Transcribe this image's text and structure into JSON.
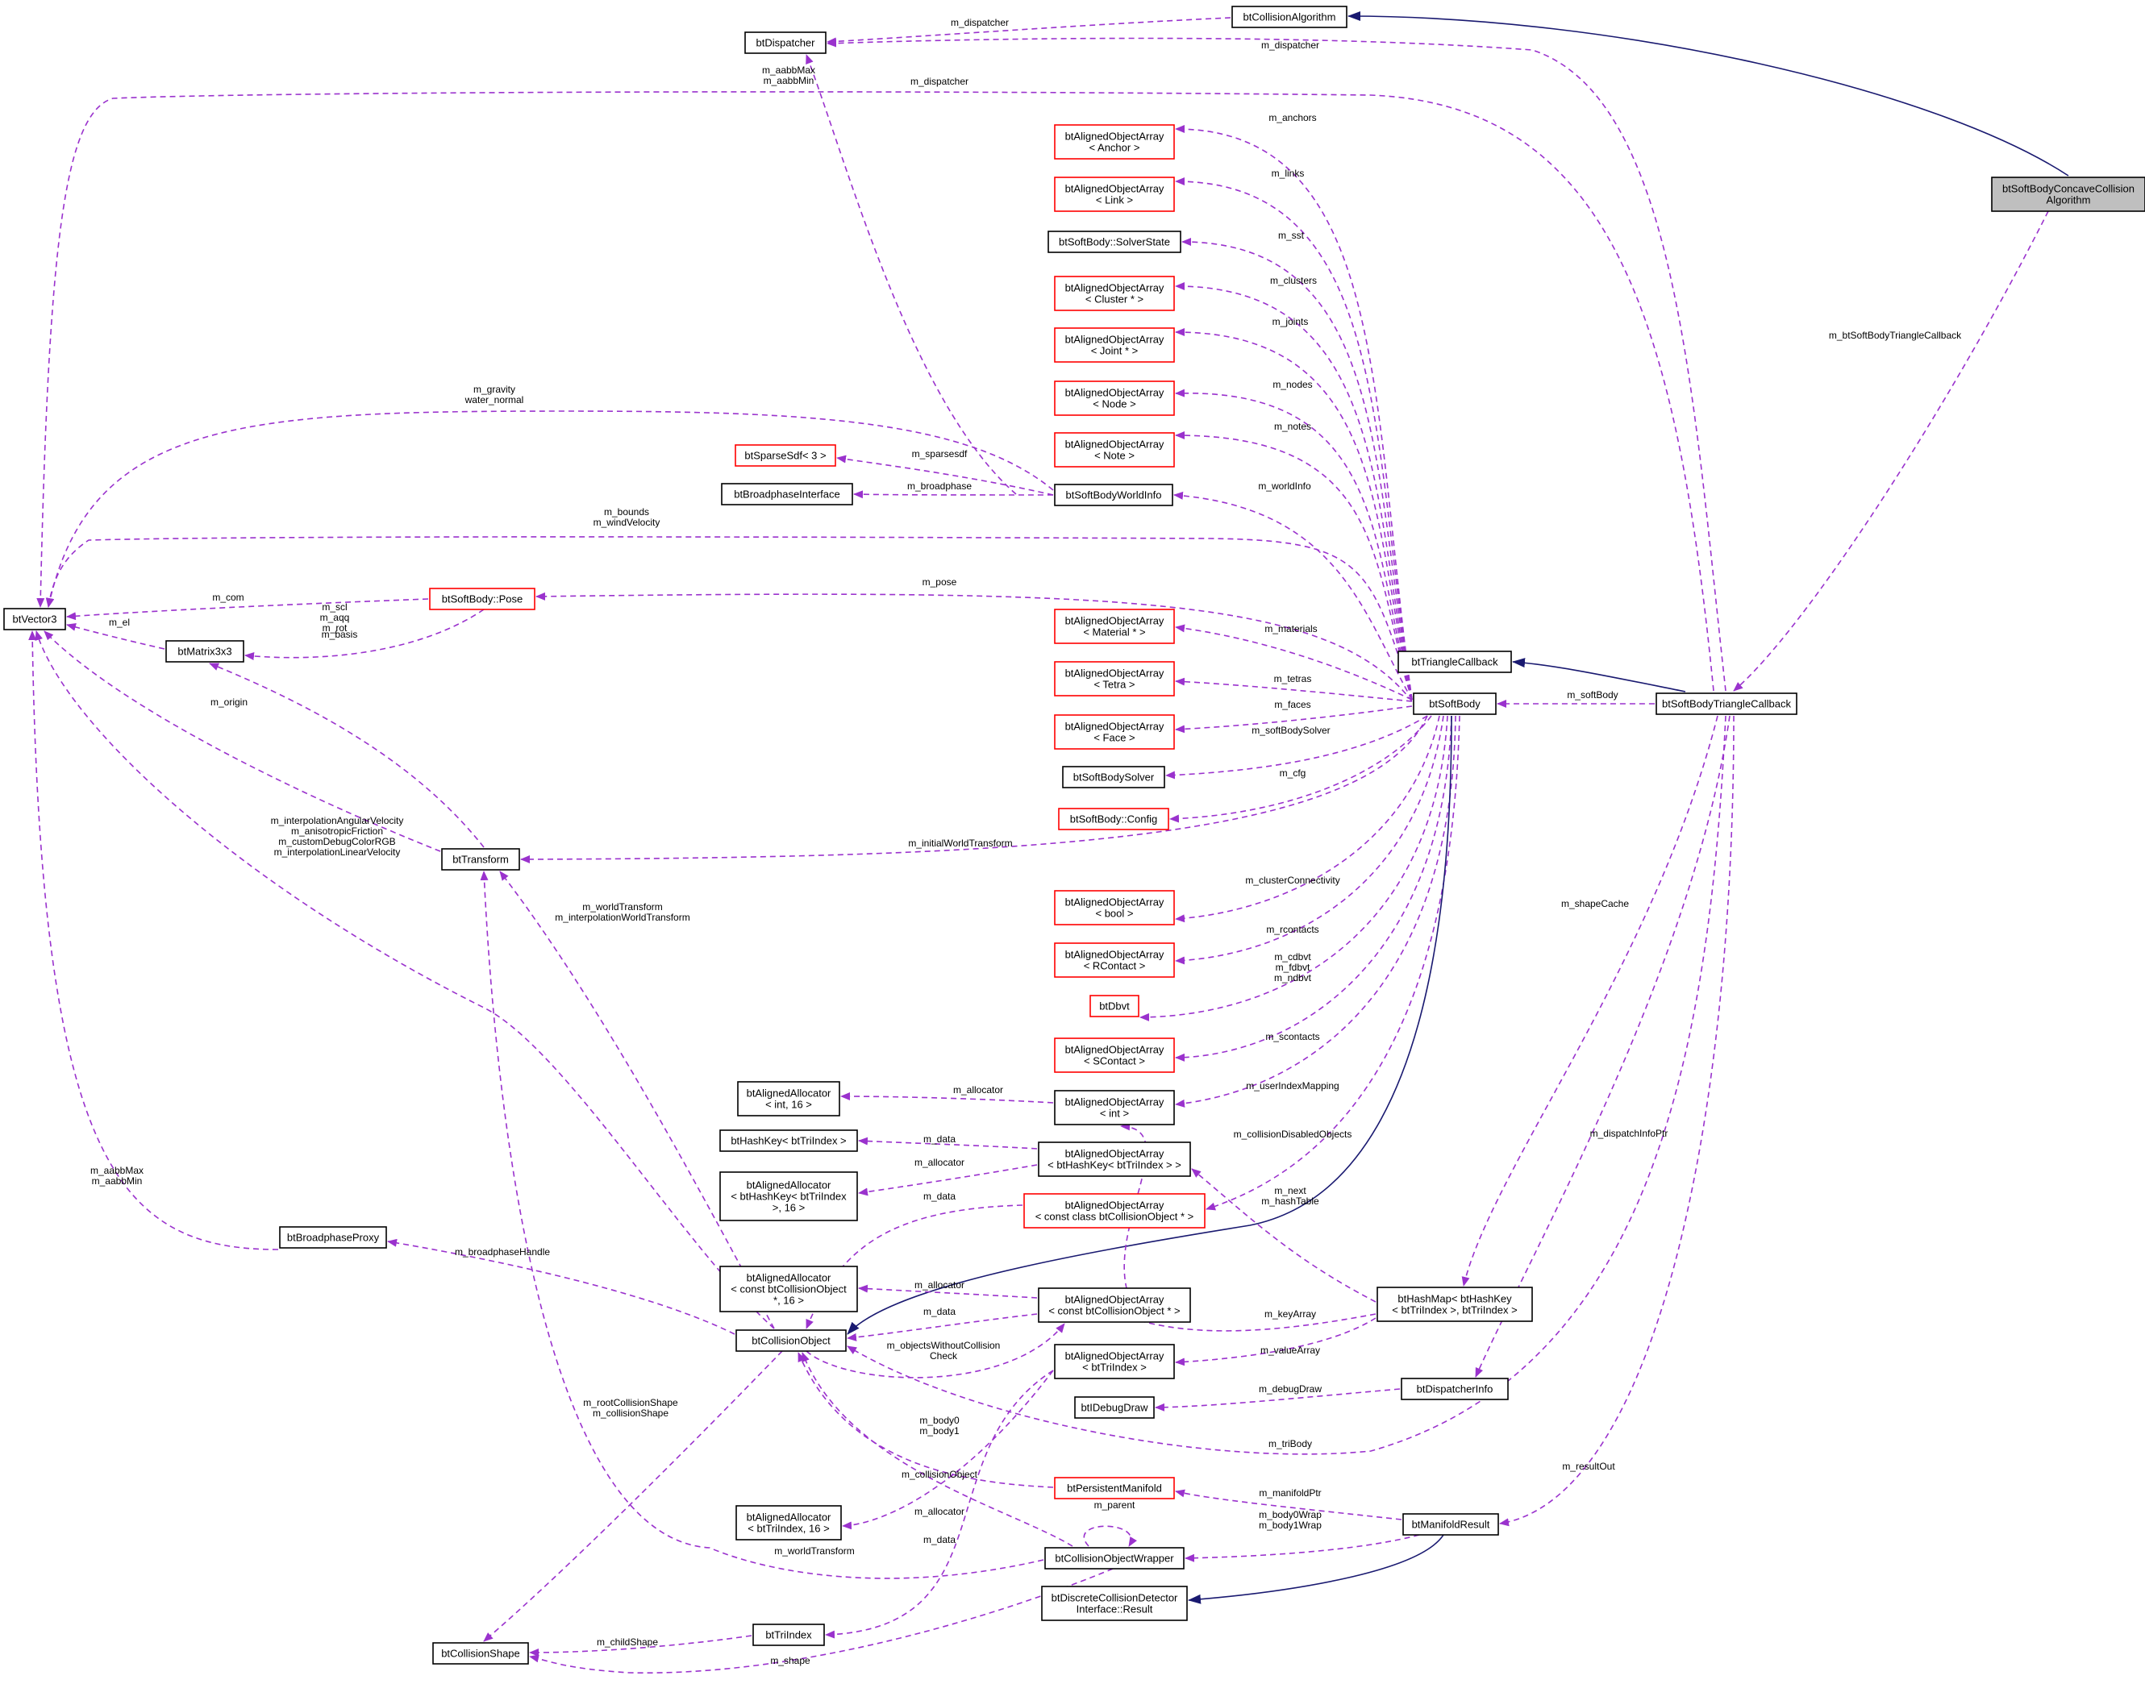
{
  "diagram": {
    "title": "",
    "nodes": [
      {
        "id": "focus",
        "lines": [
          "btSoftBodyConcaveCollision",
          "Algorithm"
        ],
        "border": "focus"
      },
      {
        "id": "colalg",
        "lines": [
          "btCollisionAlgorithm"
        ],
        "border": "black"
      },
      {
        "id": "dispatcher",
        "lines": [
          "btDispatcher"
        ],
        "border": "black"
      },
      {
        "id": "vector3",
        "lines": [
          "btVector3"
        ],
        "border": "black"
      },
      {
        "id": "matrix",
        "lines": [
          "btMatrix3x3"
        ],
        "border": "black"
      },
      {
        "id": "pose",
        "lines": [
          "btSoftBody::Pose"
        ],
        "border": "red"
      },
      {
        "id": "transform",
        "lines": [
          "btTransform"
        ],
        "border": "black"
      },
      {
        "id": "bpproxy",
        "lines": [
          "btBroadphaseProxy"
        ],
        "border": "black"
      },
      {
        "id": "colshape",
        "lines": [
          "btCollisionShape"
        ],
        "border": "black"
      },
      {
        "id": "colobj",
        "lines": [
          "btCollisionObject"
        ],
        "border": "black"
      },
      {
        "id": "sparsesdf",
        "lines": [
          "btSparseSdf< 3 >"
        ],
        "border": "red"
      },
      {
        "id": "bpiface",
        "lines": [
          "btBroadphaseInterface"
        ],
        "border": "black"
      },
      {
        "id": "worldinfo",
        "lines": [
          "btSoftBodyWorldInfo"
        ],
        "border": "black"
      },
      {
        "id": "anchor",
        "lines": [
          "btAlignedObjectArray",
          "< Anchor >"
        ],
        "border": "red"
      },
      {
        "id": "link",
        "lines": [
          "btAlignedObjectArray",
          "< Link >"
        ],
        "border": "red"
      },
      {
        "id": "solverstate",
        "lines": [
          "btSoftBody::SolverState"
        ],
        "border": "black"
      },
      {
        "id": "cluster",
        "lines": [
          "btAlignedObjectArray",
          "< Cluster * >"
        ],
        "border": "red"
      },
      {
        "id": "joint",
        "lines": [
          "btAlignedObjectArray",
          "< Joint * >"
        ],
        "border": "red"
      },
      {
        "id": "node",
        "lines": [
          "btAlignedObjectArray",
          "< Node >"
        ],
        "border": "red"
      },
      {
        "id": "note",
        "lines": [
          "btAlignedObjectArray",
          "< Note >"
        ],
        "border": "red"
      },
      {
        "id": "material",
        "lines": [
          "btAlignedObjectArray",
          "< Material * >"
        ],
        "border": "red"
      },
      {
        "id": "tetra",
        "lines": [
          "btAlignedObjectArray",
          "< Tetra >"
        ],
        "border": "red"
      },
      {
        "id": "face",
        "lines": [
          "btAlignedObjectArray",
          "< Face >"
        ],
        "border": "red"
      },
      {
        "id": "sbsolver",
        "lines": [
          "btSoftBodySolver"
        ],
        "border": "black"
      },
      {
        "id": "config",
        "lines": [
          "btSoftBody::Config"
        ],
        "border": "red"
      },
      {
        "id": "boolarr",
        "lines": [
          "btAlignedObjectArray",
          "< bool >"
        ],
        "border": "red"
      },
      {
        "id": "rcontact",
        "lines": [
          "btAlignedObjectArray",
          "< RContact >"
        ],
        "border": "red"
      },
      {
        "id": "dbvt",
        "lines": [
          "btDbvt"
        ],
        "border": "red"
      },
      {
        "id": "scontact",
        "lines": [
          "btAlignedObjectArray",
          "< SContact >"
        ],
        "border": "red"
      },
      {
        "id": "allocint",
        "lines": [
          "btAlignedAllocator",
          "< int, 16 >"
        ],
        "border": "black"
      },
      {
        "id": "intarr",
        "lines": [
          "btAlignedObjectArray",
          "< int >"
        ],
        "border": "black"
      },
      {
        "id": "hashkey",
        "lines": [
          "btHashKey< btTriIndex >"
        ],
        "border": "black"
      },
      {
        "id": "hkarr",
        "lines": [
          "btAlignedObjectArray",
          "< btHashKey< btTriIndex > >"
        ],
        "border": "black"
      },
      {
        "id": "allochk",
        "lines": [
          "btAlignedAllocator",
          "< btHashKey< btTriIndex",
          ">, 16 >"
        ],
        "border": "black"
      },
      {
        "id": "constcolarr",
        "lines": [
          "btAlignedObjectArray",
          "< const class btCollisionObject * >"
        ],
        "border": "red"
      },
      {
        "id": "allocco",
        "lines": [
          "btAlignedAllocator",
          "< const btCollisionObject",
          " *, 16 >"
        ],
        "border": "black"
      },
      {
        "id": "coarr",
        "lines": [
          "btAlignedObjectArray",
          "< const btCollisionObject * >"
        ],
        "border": "black"
      },
      {
        "id": "triidxarr",
        "lines": [
          "btAlignedObjectArray",
          "< btTriIndex >"
        ],
        "border": "black"
      },
      {
        "id": "debugdraw",
        "lines": [
          "btIDebugDraw"
        ],
        "border": "black"
      },
      {
        "id": "persmani",
        "lines": [
          "btPersistentManifold"
        ],
        "border": "red"
      },
      {
        "id": "alloctri",
        "lines": [
          "btAlignedAllocator",
          "< btTriIndex, 16 >"
        ],
        "border": "black"
      },
      {
        "id": "cowrap",
        "lines": [
          "btCollisionObjectWrapper"
        ],
        "border": "black"
      },
      {
        "id": "triindex",
        "lines": [
          "btTriIndex"
        ],
        "border": "black"
      },
      {
        "id": "dcdresult",
        "lines": [
          "btDiscreteCollisionDetector",
          "Interface::Result"
        ],
        "border": "black"
      },
      {
        "id": "softbody",
        "lines": [
          "btSoftBody"
        ],
        "border": "black"
      },
      {
        "id": "tricb",
        "lines": [
          "btTriangleCallback"
        ],
        "border": "black"
      },
      {
        "id": "sbtricb",
        "lines": [
          "btSoftBodyTriangleCallback"
        ],
        "border": "black"
      },
      {
        "id": "hashmap",
        "lines": [
          "btHashMap< btHashKey",
          "< btTriIndex >, btTriIndex >"
        ],
        "border": "black"
      },
      {
        "id": "dispinfo",
        "lines": [
          "btDispatcherInfo"
        ],
        "border": "black"
      },
      {
        "id": "manires",
        "lines": [
          "btManifoldResult"
        ],
        "border": "black"
      }
    ],
    "edges": [
      {
        "id": "e_focus_colalg",
        "from": "focus",
        "to": "colalg",
        "kind": "inheritance",
        "label": []
      },
      {
        "id": "e_focus_sbtricb",
        "from": "focus",
        "to": "sbtricb",
        "kind": "usage",
        "label": [
          "m_btSoftBodyTriangleCallback"
        ]
      },
      {
        "id": "e_colalg_disp",
        "from": "colalg",
        "to": "dispatcher",
        "kind": "usage",
        "label": [
          "m_dispatcher"
        ]
      },
      {
        "id": "e_sbtricb_disp",
        "from": "sbtricb",
        "to": "dispatcher",
        "kind": "usage",
        "label": [
          "m_dispatcher"
        ]
      },
      {
        "id": "e_wi_disp",
        "from": "worldinfo",
        "to": "dispatcher",
        "kind": "usage",
        "label": [
          "m_dispatcher"
        ]
      },
      {
        "id": "e_sbtricb_vec",
        "from": "sbtricb",
        "to": "vector3",
        "kind": "usage",
        "label": [
          "m_aabbMax",
          "m_aabbMin"
        ]
      },
      {
        "id": "e_wi_vec",
        "from": "worldinfo",
        "to": "vector3",
        "kind": "usage",
        "label": [
          "m_gravity",
          "water_normal"
        ]
      },
      {
        "id": "e_sb_vec",
        "from": "softbody",
        "to": "vector3",
        "kind": "usage",
        "label": [
          "m_bounds",
          "m_windVelocity"
        ]
      },
      {
        "id": "e_pose_vec",
        "from": "pose",
        "to": "vector3",
        "kind": "usage",
        "label": [
          "m_com"
        ]
      },
      {
        "id": "e_mat_vec",
        "from": "matrix",
        "to": "vector3",
        "kind": "usage",
        "label": [
          "m_el"
        ]
      },
      {
        "id": "e_pose_mat",
        "from": "pose",
        "to": "matrix",
        "kind": "usage",
        "label": [
          "m_scl",
          "m_aqq",
          "m_rot"
        ]
      },
      {
        "id": "e_tr_mat",
        "from": "transform",
        "to": "matrix",
        "kind": "usage",
        "label": [
          "m_basis"
        ]
      },
      {
        "id": "e_tr_vec",
        "from": "transform",
        "to": "vector3",
        "kind": "usage",
        "label": [
          "m_origin"
        ]
      },
      {
        "id": "e_co_vec",
        "from": "colobj",
        "to": "vector3",
        "kind": "usage",
        "label": [
          "m_interpolationAngularVelocity",
          "m_anisotropicFriction",
          "m_customDebugColorRGB",
          "m_interpolationLinearVelocity"
        ]
      },
      {
        "id": "e_bp_vec",
        "from": "bpproxy",
        "to": "vector3",
        "kind": "usage",
        "label": [
          "m_aabbMax",
          "m_aabbMin"
        ]
      },
      {
        "id": "e_co_bp",
        "from": "colobj",
        "to": "bpproxy",
        "kind": "usage",
        "label": [
          "m_broadphaseHandle"
        ]
      },
      {
        "id": "e_co_tr",
        "from": "colobj",
        "to": "transform",
        "kind": "usage",
        "label": [
          "m_worldTransform",
          "m_interpolationWorldTransform"
        ]
      },
      {
        "id": "e_sb_tr",
        "from": "softbody",
        "to": "transform",
        "kind": "usage",
        "label": [
          "m_initialWorldTransform"
        ]
      },
      {
        "id": "e_cw_tr",
        "from": "cowrap",
        "to": "transform",
        "kind": "usage",
        "label": [
          "m_worldTransform"
        ]
      },
      {
        "id": "e_co_cs",
        "from": "colobj",
        "to": "colshape",
        "kind": "usage",
        "label": [
          "m_rootCollisionShape",
          "m_collisionShape"
        ]
      },
      {
        "id": "e_ti_cs",
        "from": "triindex",
        "to": "colshape",
        "kind": "usage",
        "label": [
          "m_childShape"
        ]
      },
      {
        "id": "e_cw_cs",
        "from": "cowrap",
        "to": "colshape",
        "kind": "usage",
        "label": [
          "m_shape"
        ]
      },
      {
        "id": "e_sb_pose",
        "from": "softbody",
        "to": "pose",
        "kind": "usage",
        "label": [
          "m_pose"
        ]
      },
      {
        "id": "e_wi_sdf",
        "from": "worldinfo",
        "to": "sparsesdf",
        "kind": "usage",
        "label": [
          "m_sparsesdf"
        ]
      },
      {
        "id": "e_wi_bpi",
        "from": "worldinfo",
        "to": "bpiface",
        "kind": "usage",
        "label": [
          "m_broadphase"
        ]
      },
      {
        "id": "e_sb_wi",
        "from": "softbody",
        "to": "worldinfo",
        "kind": "usage",
        "label": [
          "m_worldInfo"
        ]
      },
      {
        "id": "e_sb_anchor",
        "from": "softbody",
        "to": "anchor",
        "kind": "usage",
        "label": [
          "m_anchors"
        ]
      },
      {
        "id": "e_sb_link",
        "from": "softbody",
        "to": "link",
        "kind": "usage",
        "label": [
          "m_links"
        ]
      },
      {
        "id": "e_sb_sst",
        "from": "softbody",
        "to": "solverstate",
        "kind": "usage",
        "label": [
          "m_sst"
        ]
      },
      {
        "id": "e_sb_cluster",
        "from": "softbody",
        "to": "cluster",
        "kind": "usage",
        "label": [
          "m_clusters"
        ]
      },
      {
        "id": "e_sb_joint",
        "from": "softbody",
        "to": "joint",
        "kind": "usage",
        "label": [
          "m_joints"
        ]
      },
      {
        "id": "e_sb_node",
        "from": "softbody",
        "to": "node",
        "kind": "usage",
        "label": [
          "m_nodes"
        ]
      },
      {
        "id": "e_sb_note",
        "from": "softbody",
        "to": "note",
        "kind": "usage",
        "label": [
          "m_notes"
        ]
      },
      {
        "id": "e_sb_mat",
        "from": "softbody",
        "to": "material",
        "kind": "usage",
        "label": [
          "m_materials"
        ]
      },
      {
        "id": "e_sb_tetra",
        "from": "softbody",
        "to": "tetra",
        "kind": "usage",
        "label": [
          "m_tetras"
        ]
      },
      {
        "id": "e_sb_face",
        "from": "softbody",
        "to": "face",
        "kind": "usage",
        "label": [
          "m_faces"
        ]
      },
      {
        "id": "e_sb_solver",
        "from": "softbody",
        "to": "sbsolver",
        "kind": "usage",
        "label": [
          "m_softBodySolver"
        ]
      },
      {
        "id": "e_sb_cfg",
        "from": "softbody",
        "to": "config",
        "kind": "usage",
        "label": [
          "m_cfg"
        ]
      },
      {
        "id": "e_sb_bool",
        "from": "softbody",
        "to": "boolarr",
        "kind": "usage",
        "label": [
          "m_clusterConnectivity"
        ]
      },
      {
        "id": "e_sb_rc",
        "from": "softbody",
        "to": "rcontact",
        "kind": "usage",
        "label": [
          "m_rcontacts"
        ]
      },
      {
        "id": "e_sb_dbvt",
        "from": "softbody",
        "to": "dbvt",
        "kind": "usage",
        "label": [
          "m_cdbvt",
          "m_fdbvt",
          "m_ndbvt"
        ]
      },
      {
        "id": "e_sb_sc",
        "from": "softbody",
        "to": "scontact",
        "kind": "usage",
        "label": [
          "m_scontacts"
        ]
      },
      {
        "id": "e_sb_int",
        "from": "softbody",
        "to": "intarr",
        "kind": "usage",
        "label": [
          "m_userIndexMapping"
        ]
      },
      {
        "id": "e_sb_cca",
        "from": "softbody",
        "to": "constcolarr",
        "kind": "usage",
        "label": [
          "m_collisionDisabledObjects"
        ]
      },
      {
        "id": "e_sb_co",
        "from": "softbody",
        "to": "colobj",
        "kind": "inheritance",
        "label": []
      },
      {
        "id": "e_int_alloc",
        "from": "intarr",
        "to": "allocint",
        "kind": "usage",
        "label": [
          "m_allocator"
        ]
      },
      {
        "id": "e_hk_hashkey",
        "from": "hkarr",
        "to": "hashkey",
        "kind": "usage",
        "label": [
          "m_data"
        ]
      },
      {
        "id": "e_hk_alloc",
        "from": "hkarr",
        "to": "allochk",
        "kind": "usage",
        "label": [
          "m_allocator"
        ]
      },
      {
        "id": "e_cca_co",
        "from": "constcolarr",
        "to": "colobj",
        "kind": "usage",
        "label": [
          "m_data"
        ]
      },
      {
        "id": "e_coarr_alloc",
        "from": "coarr",
        "to": "allocco",
        "kind": "usage",
        "label": [
          "m_allocator"
        ]
      },
      {
        "id": "e_coarr_co",
        "from": "coarr",
        "to": "colobj",
        "kind": "usage",
        "label": [
          "m_data"
        ]
      },
      {
        "id": "e_co_coarr",
        "from": "colobj",
        "to": "coarr",
        "kind": "usage",
        "label": [
          "m_objectsWithoutCollision",
          "Check"
        ]
      },
      {
        "id": "e_hm_hk",
        "from": "hashmap",
        "to": "hkarr",
        "kind": "usage",
        "label": [
          "m_next",
          "m_hashTable"
        ]
      },
      {
        "id": "e_hm_int",
        "from": "hashmap",
        "to": "intarr",
        "kind": "usage",
        "label": [
          "m_keyArray"
        ]
      },
      {
        "id": "e_hm_tri",
        "from": "hashmap",
        "to": "triidxarr",
        "kind": "usage",
        "label": [
          "m_valueArray"
        ]
      },
      {
        "id": "e_sbtricb_hm",
        "from": "sbtricb",
        "to": "hashmap",
        "kind": "usage",
        "label": [
          "m_shapeCache"
        ]
      },
      {
        "id": "e_sbtricb_di",
        "from": "sbtricb",
        "to": "dispinfo",
        "kind": "usage",
        "label": [
          "m_dispatchInfoPtr"
        ]
      },
      {
        "id": "e_di_dd",
        "from": "dispinfo",
        "to": "debugdraw",
        "kind": "usage",
        "label": [
          "m_debugDraw"
        ]
      },
      {
        "id": "e_sbtricb_co",
        "from": "sbtricb",
        "to": "colobj",
        "kind": "usage",
        "label": [
          "m_triBody"
        ]
      },
      {
        "id": "e_sbtricb_sb",
        "from": "sbtricb",
        "to": "softbody",
        "kind": "usage",
        "label": [
          "m_softBody"
        ]
      },
      {
        "id": "e_sbtricb_tcb",
        "from": "sbtricb",
        "to": "tricb",
        "kind": "inheritance",
        "label": []
      },
      {
        "id": "e_sbtricb_mr",
        "from": "sbtricb",
        "to": "manires",
        "kind": "usage",
        "label": [
          "m_resultOut"
        ]
      },
      {
        "id": "e_pm_co",
        "from": "persmani",
        "to": "colobj",
        "kind": "usage",
        "label": [
          "m_body0",
          "m_body1"
        ]
      },
      {
        "id": "e_mr_pm",
        "from": "manires",
        "to": "persmani",
        "kind": "usage",
        "label": [
          "m_manifoldPtr"
        ]
      },
      {
        "id": "e_mr_cw",
        "from": "manires",
        "to": "cowrap",
        "kind": "usage",
        "label": [
          "m_body0Wrap",
          "m_body1Wrap"
        ]
      },
      {
        "id": "e_mr_dcd",
        "from": "manires",
        "to": "dcdresult",
        "kind": "inheritance",
        "label": []
      },
      {
        "id": "e_cw_co",
        "from": "cowrap",
        "to": "colobj",
        "kind": "usage",
        "label": [
          "m_collisionObject"
        ]
      },
      {
        "id": "e_cw_cw",
        "from": "cowrap",
        "to": "cowrap",
        "kind": "usage",
        "label": [
          "m_parent"
        ]
      },
      {
        "id": "e_tri_alloc",
        "from": "triidxarr",
        "to": "alloctri",
        "kind": "usage",
        "label": [
          "m_allocator"
        ]
      },
      {
        "id": "e_tri_ti",
        "from": "triidxarr",
        "to": "triindex",
        "kind": "usage",
        "label": [
          "m_data"
        ]
      }
    ]
  }
}
